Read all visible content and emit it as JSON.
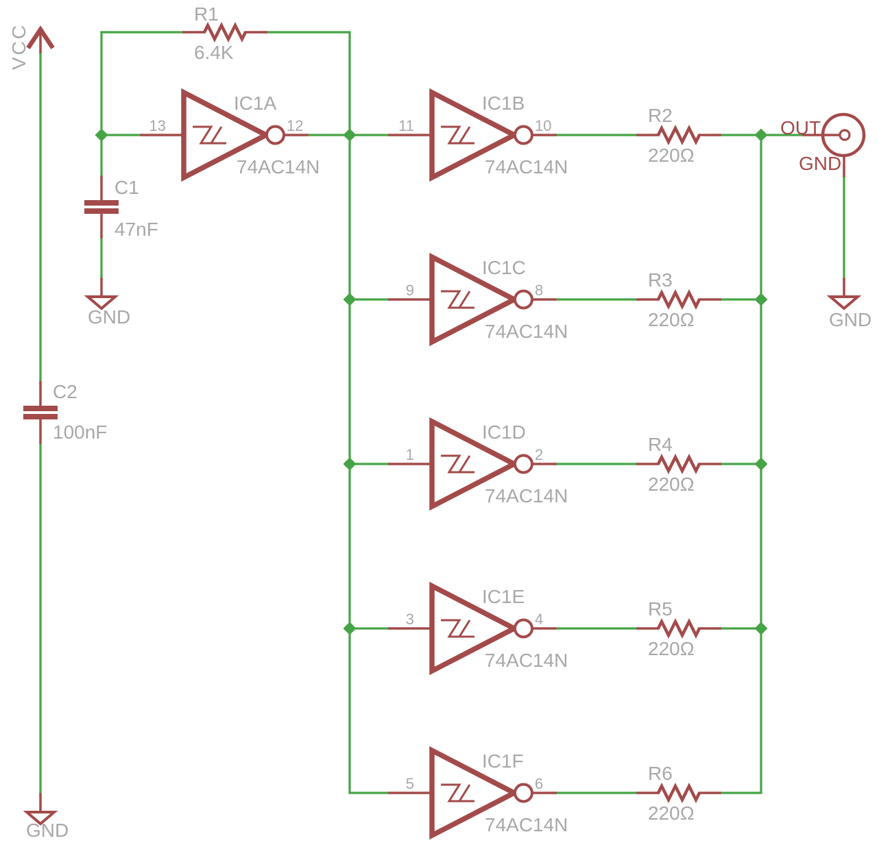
{
  "title": "Schmitt-trigger oscillator schematic",
  "colors": {
    "wire": "#45A445",
    "component": "#A34A4A",
    "label": "#A8A8A8",
    "net-label": "#A34A4A",
    "background": "#FFFFFF"
  },
  "gates": [
    {
      "name": "IC1A",
      "part": "74AC14N",
      "input_pin": "13",
      "output_pin": "12"
    },
    {
      "name": "IC1B",
      "part": "74AC14N",
      "input_pin": "11",
      "output_pin": "10"
    },
    {
      "name": "IC1C",
      "part": "74AC14N",
      "input_pin": "9",
      "output_pin": "8"
    },
    {
      "name": "IC1D",
      "part": "74AC14N",
      "input_pin": "1",
      "output_pin": "2"
    },
    {
      "name": "IC1E",
      "part": "74AC14N",
      "input_pin": "3",
      "output_pin": "4"
    },
    {
      "name": "IC1F",
      "part": "74AC14N",
      "input_pin": "5",
      "output_pin": "6"
    }
  ],
  "resistors": [
    {
      "name": "R1",
      "value": "6.4K"
    },
    {
      "name": "R2",
      "value": "220Ω"
    },
    {
      "name": "R3",
      "value": "220Ω"
    },
    {
      "name": "R4",
      "value": "220Ω"
    },
    {
      "name": "R5",
      "value": "220Ω"
    },
    {
      "name": "R6",
      "value": "220Ω"
    }
  ],
  "capacitors": [
    {
      "name": "C1",
      "value": "47nF"
    },
    {
      "name": "C2",
      "value": "100nF"
    }
  ],
  "power": {
    "vcc": "VCC",
    "gnd_c1": "GND",
    "gnd_out": "GND",
    "gnd_bottom": "GND"
  },
  "output": {
    "net": "OUT",
    "gnd_net": "GND"
  }
}
